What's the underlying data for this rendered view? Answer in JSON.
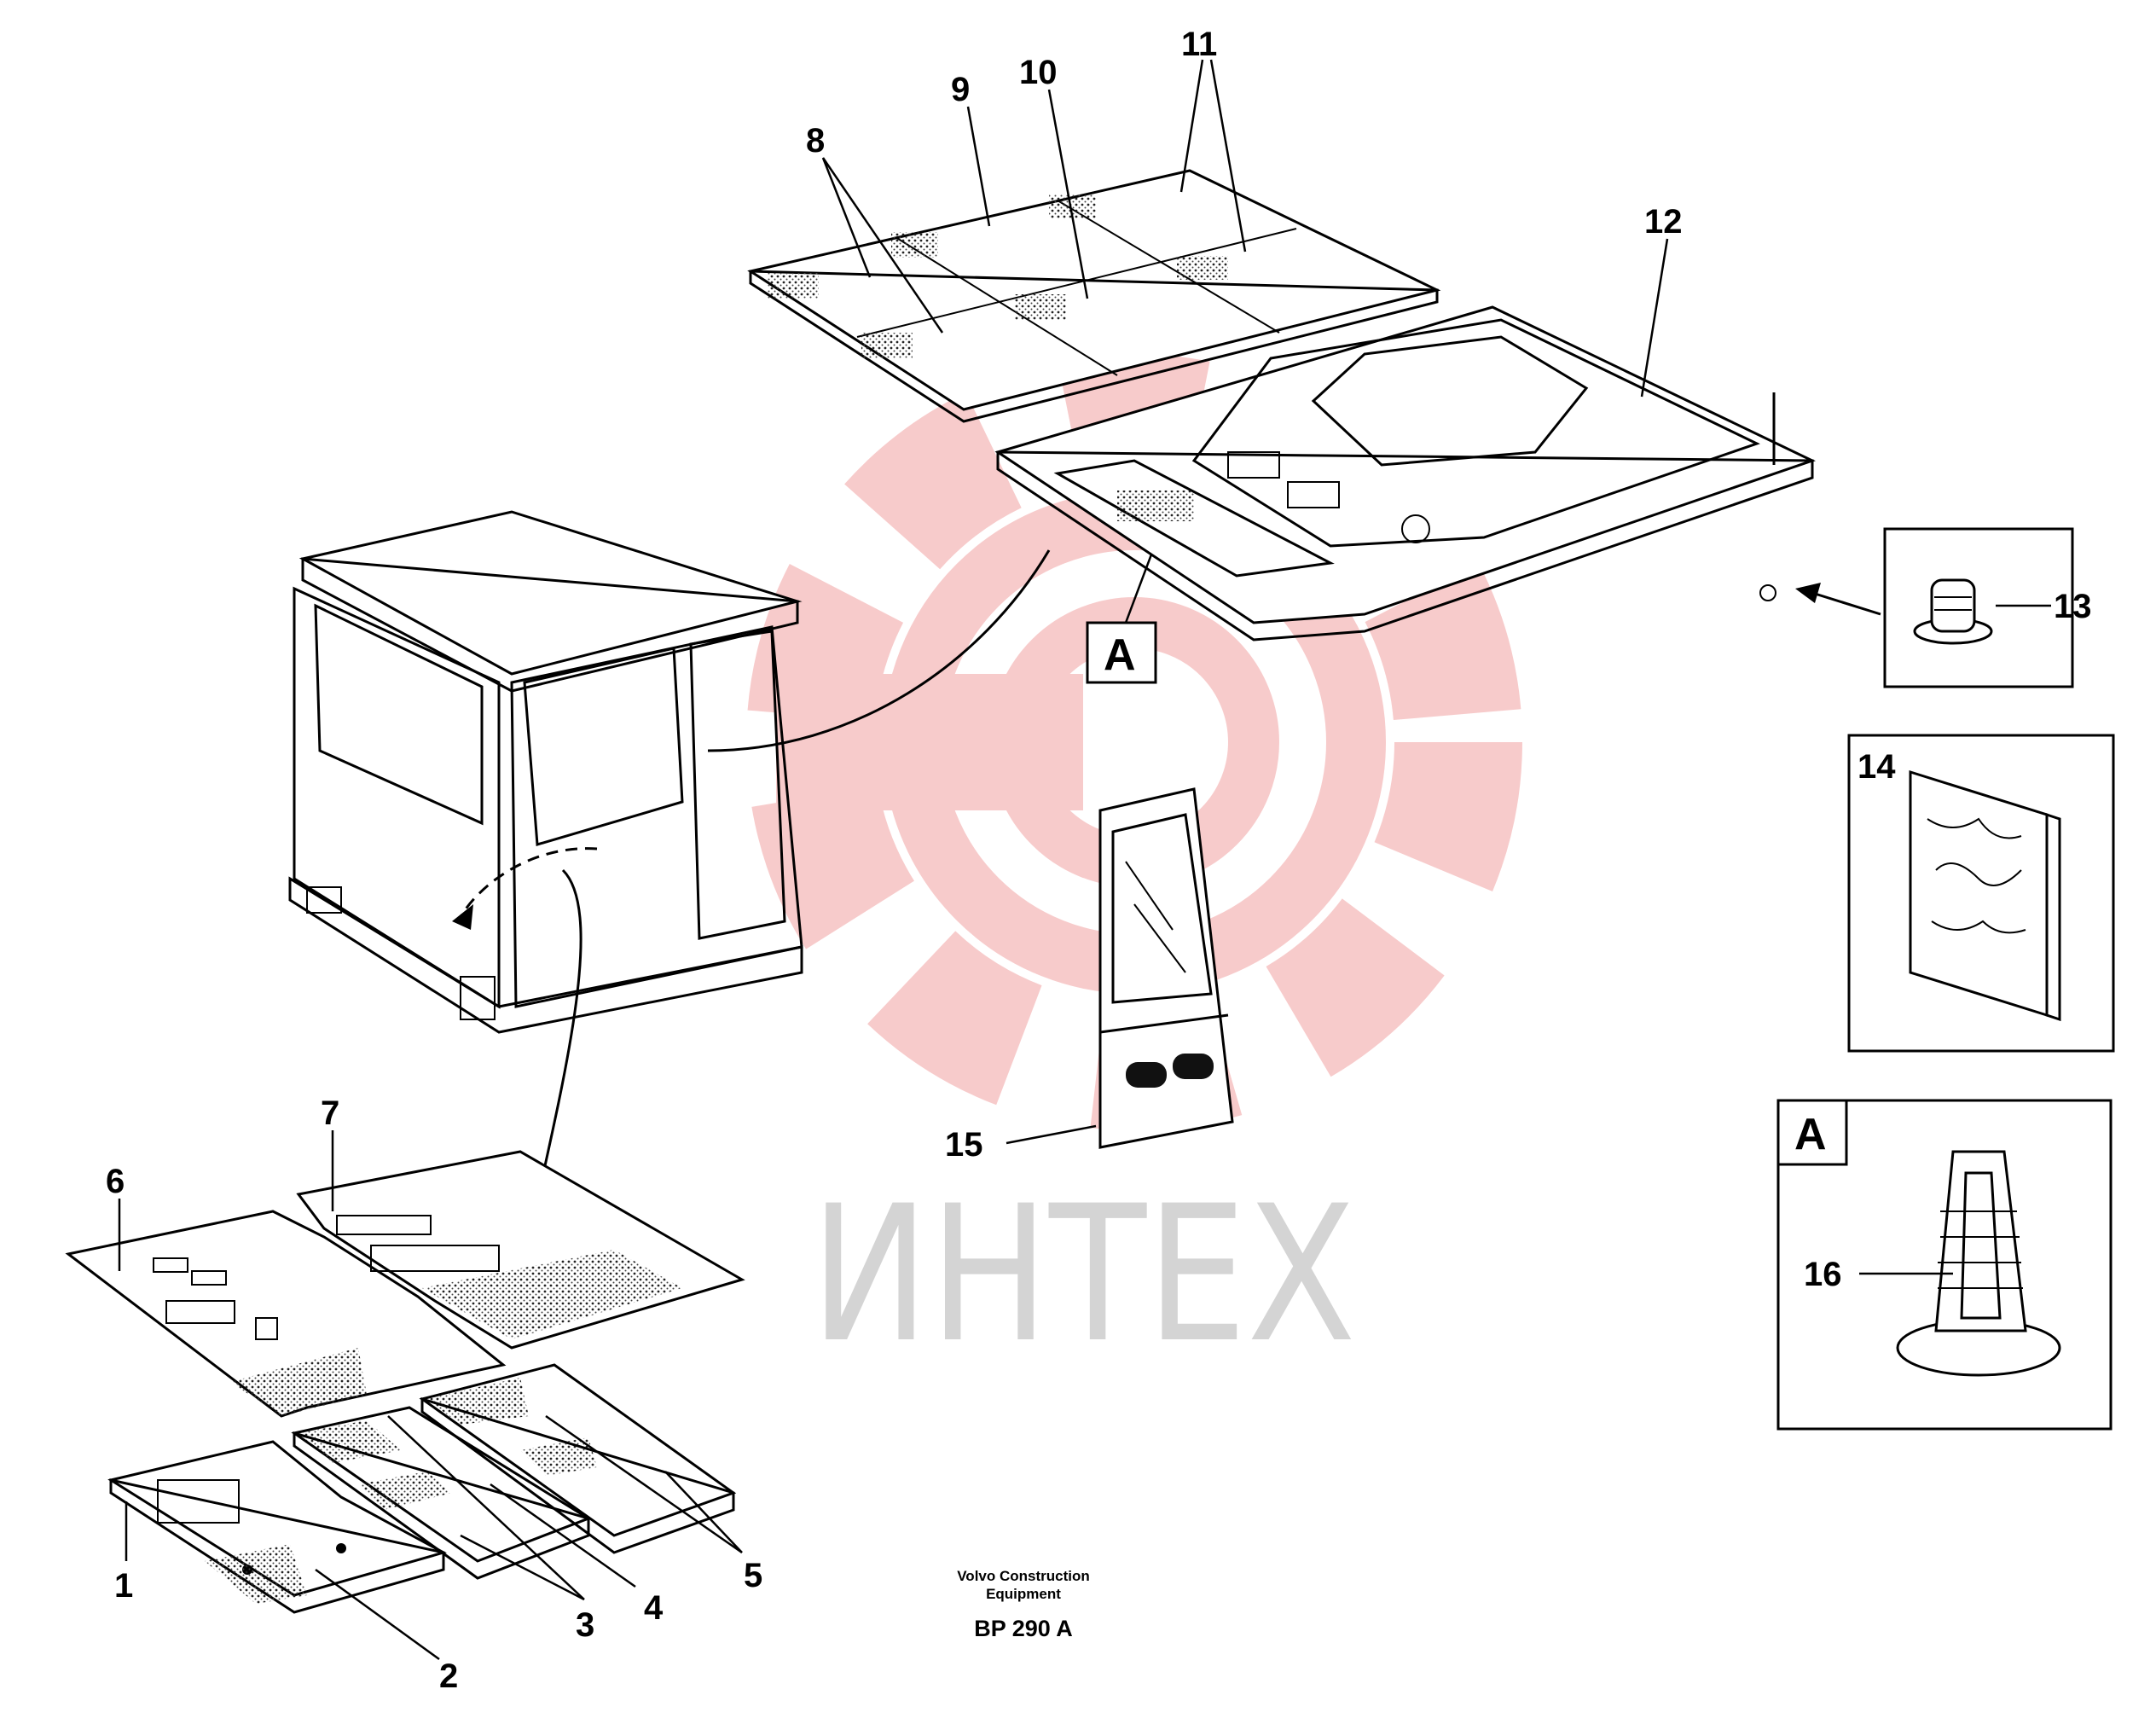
{
  "watermark": {
    "text": "ИНТЕХ",
    "gear_color": "#f7c6c6",
    "text_color": "#d4d4d4"
  },
  "callouts": [
    "1",
    "2",
    "3",
    "4",
    "5",
    "6",
    "7",
    "8",
    "9",
    "10",
    "11",
    "12",
    "13",
    "14",
    "15",
    "16"
  ],
  "detail_label": "A",
  "footer": {
    "line1": "Volvo Construction",
    "line2": "Equipment",
    "ref": "BP 290 A"
  }
}
